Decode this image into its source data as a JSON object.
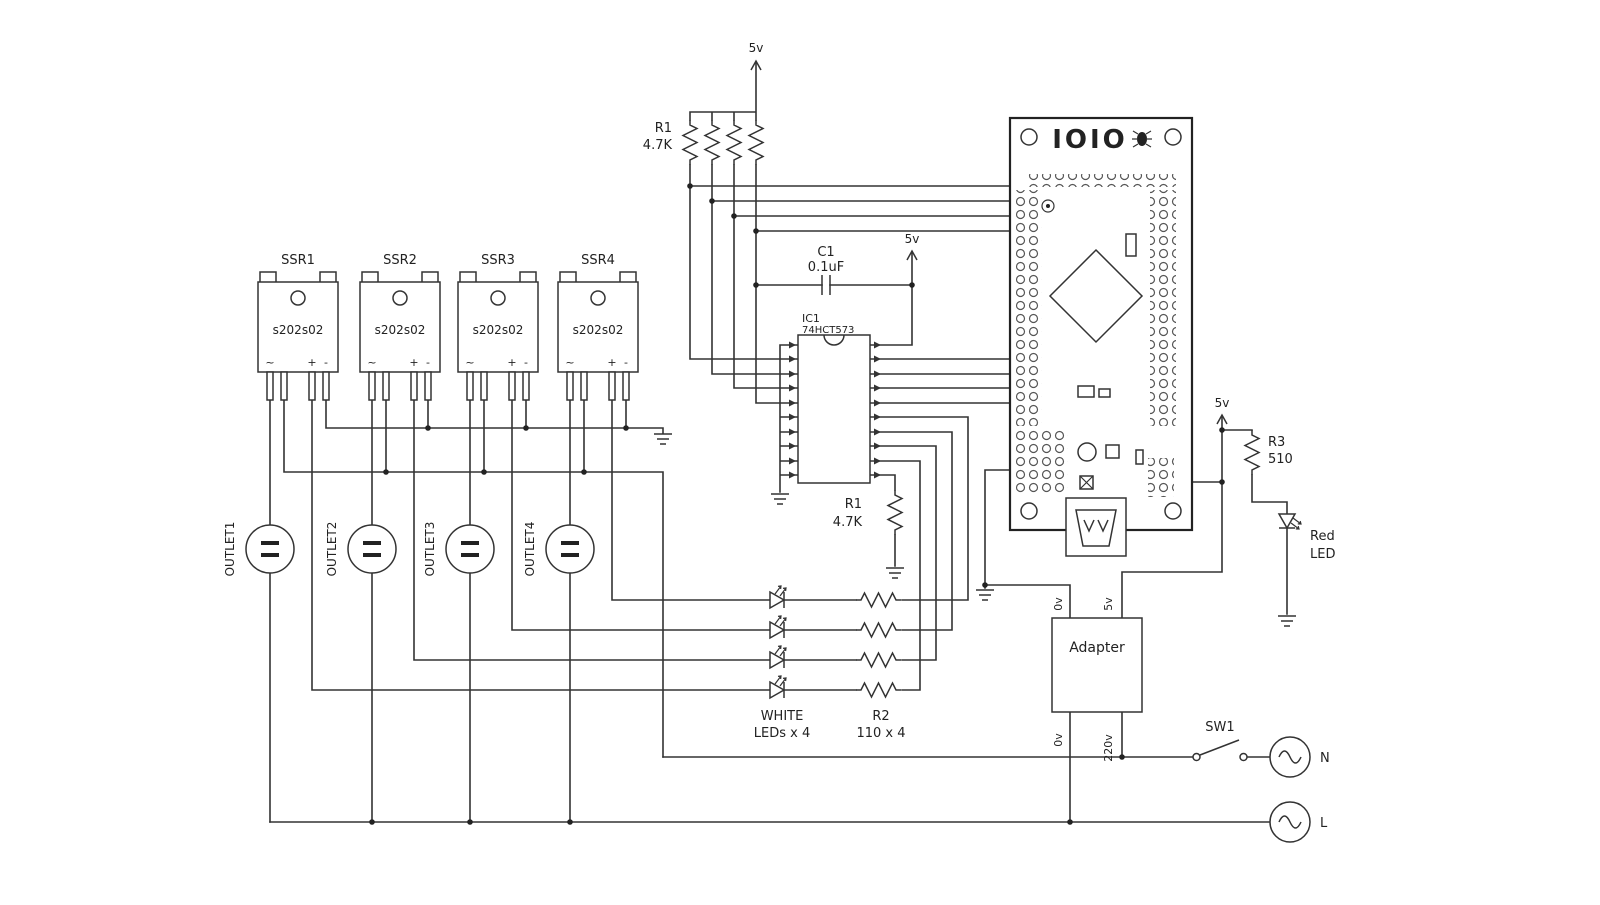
{
  "labels": {
    "supply_5v": "5v",
    "r1_top": {
      "name": "R1",
      "value": "4.7K"
    },
    "c1": {
      "name": "C1",
      "value": "0.1uF"
    },
    "ic1": {
      "name": "IC1",
      "part": "74HCT573"
    },
    "ioio_logo": "IOIO",
    "r1_bottom": {
      "name": "R1",
      "value": "4.7K"
    },
    "white_leds": {
      "line1": "WHITE",
      "line2": "LEDs x 4"
    },
    "r2": {
      "name": "R2",
      "value": "110 x 4"
    },
    "r3": {
      "name": "R3",
      "value": "510"
    },
    "red_led": {
      "line1": "Red",
      "line2": "LED"
    },
    "adapter": {
      "title": "Adapter",
      "top_left": "0v",
      "top_right": "5v",
      "bottom_left": "0v",
      "bottom_right": "220v"
    },
    "sw1": "SW1",
    "ac": {
      "neutral": "N",
      "live": "L"
    },
    "ssr_marks": {
      "ac": "~",
      "plus": "+",
      "minus": "-"
    }
  },
  "ssrs": [
    {
      "name": "SSR1",
      "part": "s202s02"
    },
    {
      "name": "SSR2",
      "part": "s202s02"
    },
    {
      "name": "SSR3",
      "part": "s202s02"
    },
    {
      "name": "SSR4",
      "part": "s202s02"
    }
  ],
  "outlets": [
    {
      "name": "OUTLET1"
    },
    {
      "name": "OUTLET2"
    },
    {
      "name": "OUTLET3"
    },
    {
      "name": "OUTLET4"
    }
  ]
}
